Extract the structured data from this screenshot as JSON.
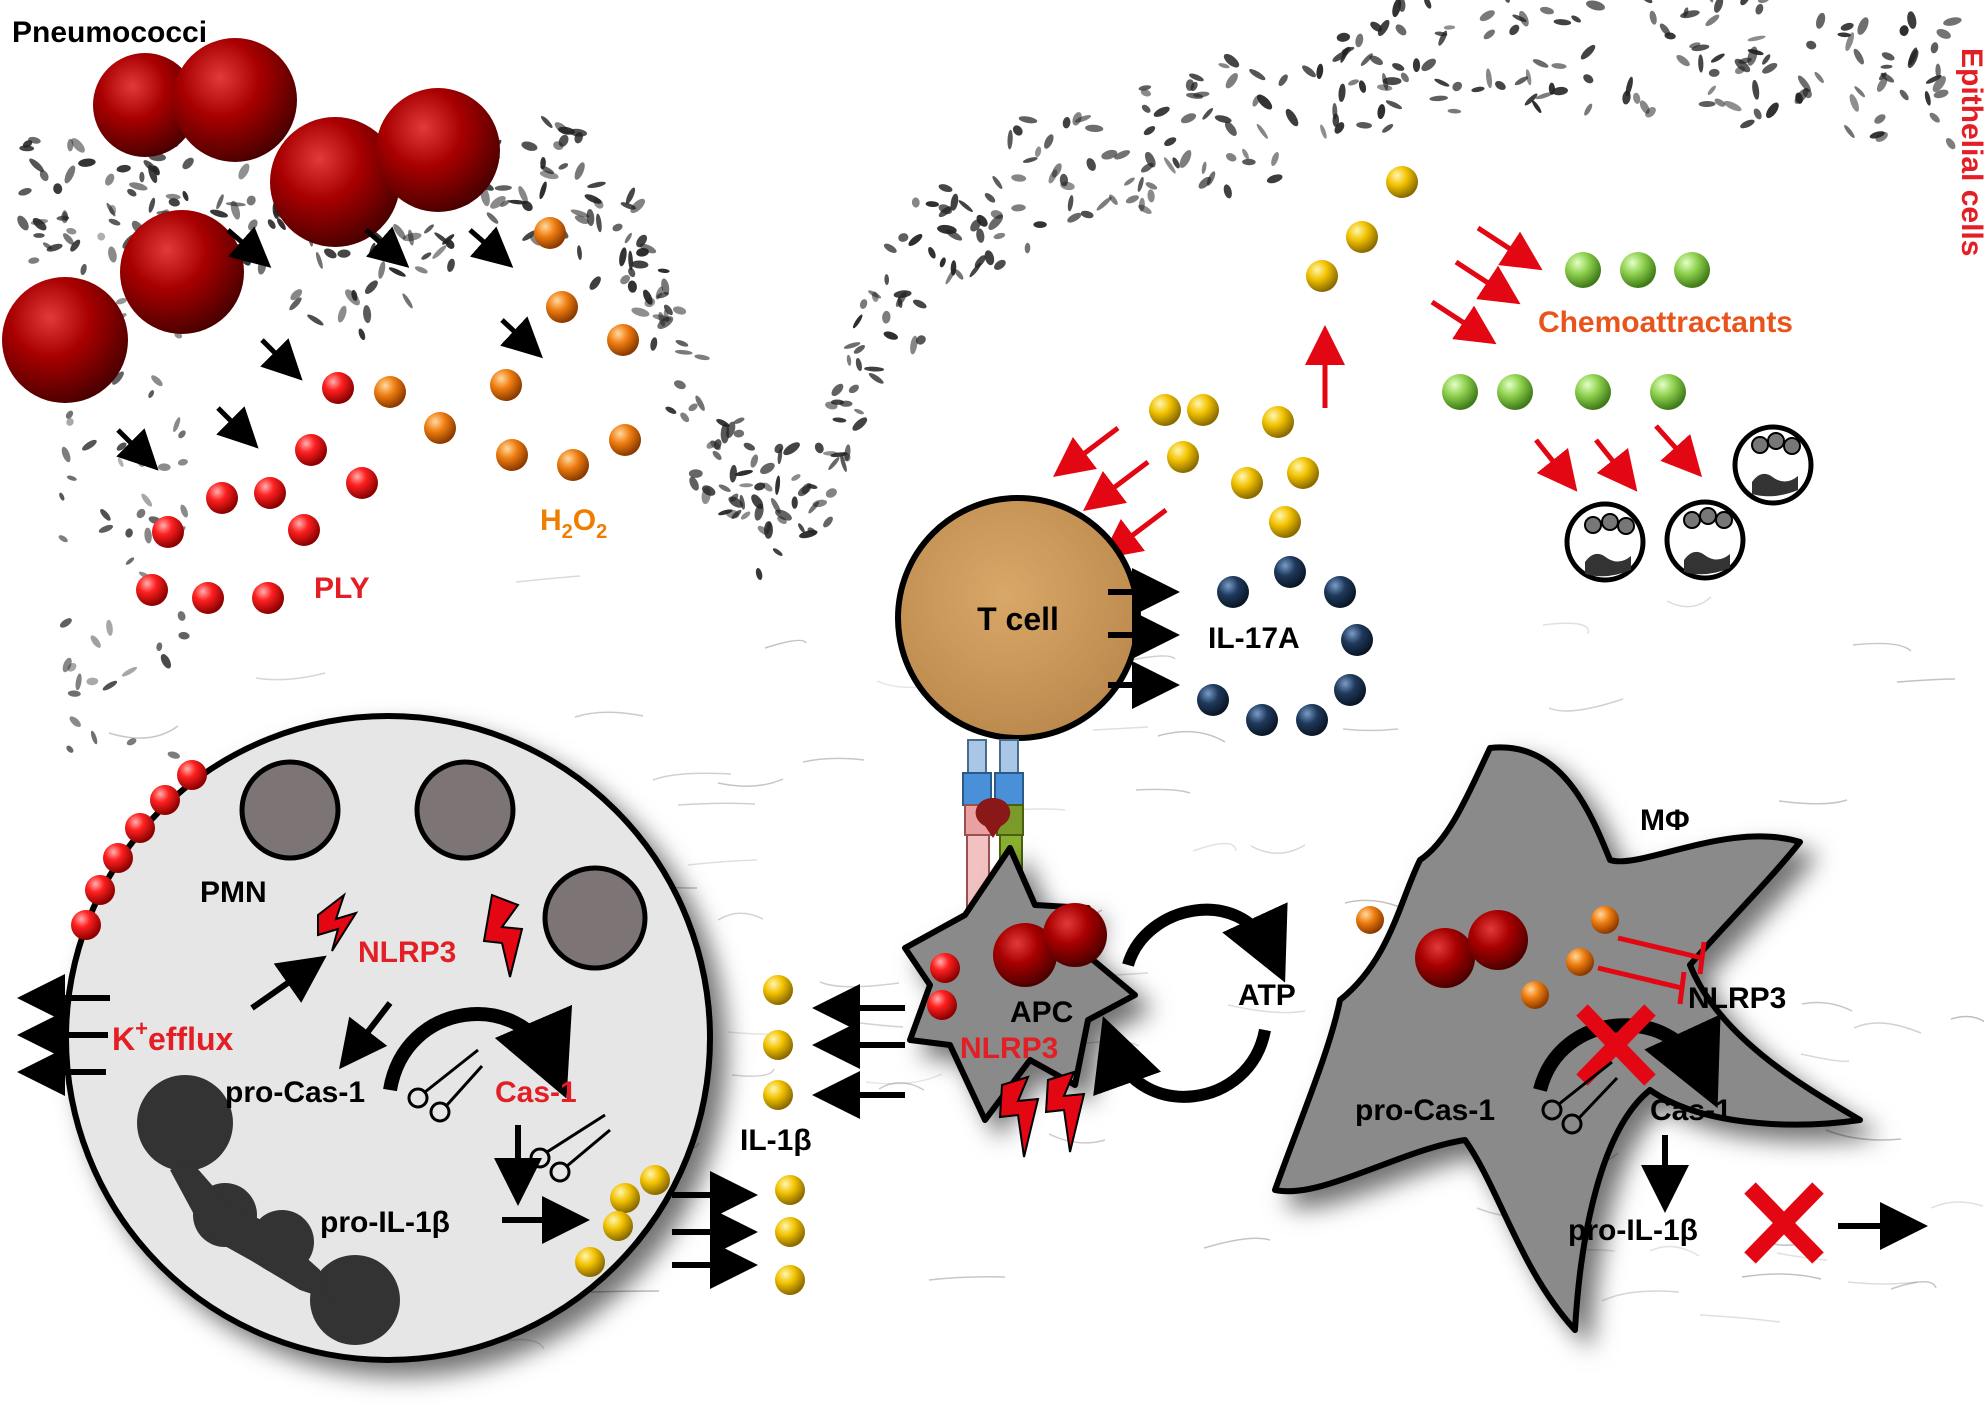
{
  "labels": {
    "pneumococci": "Pneumococci",
    "epithelial_cells": "Epithelial cells",
    "ply": "PLY",
    "h2o2_main": "H",
    "h2o2_sub1": "2",
    "h2o2_o": "O",
    "h2o2_sub2": "2",
    "chemoattractants": "Chemoattractants",
    "t_cell": "T cell",
    "il17a": "IL-17A",
    "pmn": "PMN",
    "nlrp3_pmn": "NLRP3",
    "k": "K",
    "k_sup": "+",
    "efflux": "efflux",
    "pro_cas1_pmn": "pro-Cas-1",
    "cas1_pmn": "Cas-1",
    "pro_il1b_pmn": "pro-IL-1β",
    "il1b": "IL-1β",
    "apc": "APC",
    "nlrp3_apc": "NLRP3",
    "atp": "ATP",
    "macrophage": "MΦ",
    "nlrp3_mac": "NLRP3",
    "pro_cas1_mac": "pro-Cas-1",
    "cas1_mac": "Cas-1",
    "pro_il1b_mac": "pro-IL-1β"
  },
  "colors": {
    "red_text": "#e31e24",
    "orange_text": "#ef7d00",
    "chemo_text": "#e8541c",
    "arrow_red": "#e30613",
    "pneumococcus": "#a10000",
    "ply_particle": "#ff1a1a",
    "h2o2_particle": "#e8821e",
    "il_particle": "#f5c400",
    "il17_particle": "#1f3a5c",
    "chemo_particle": "#8fd14f",
    "cell_gray": "#8a8a8a",
    "pmn_fill": "#e6e6e6",
    "tcell_fill": "#c9965a"
  },
  "icons": [
    "scissors-icon",
    "lightning-icon",
    "inhibition-icon",
    "block-x-icon",
    "arrow-icon"
  ]
}
